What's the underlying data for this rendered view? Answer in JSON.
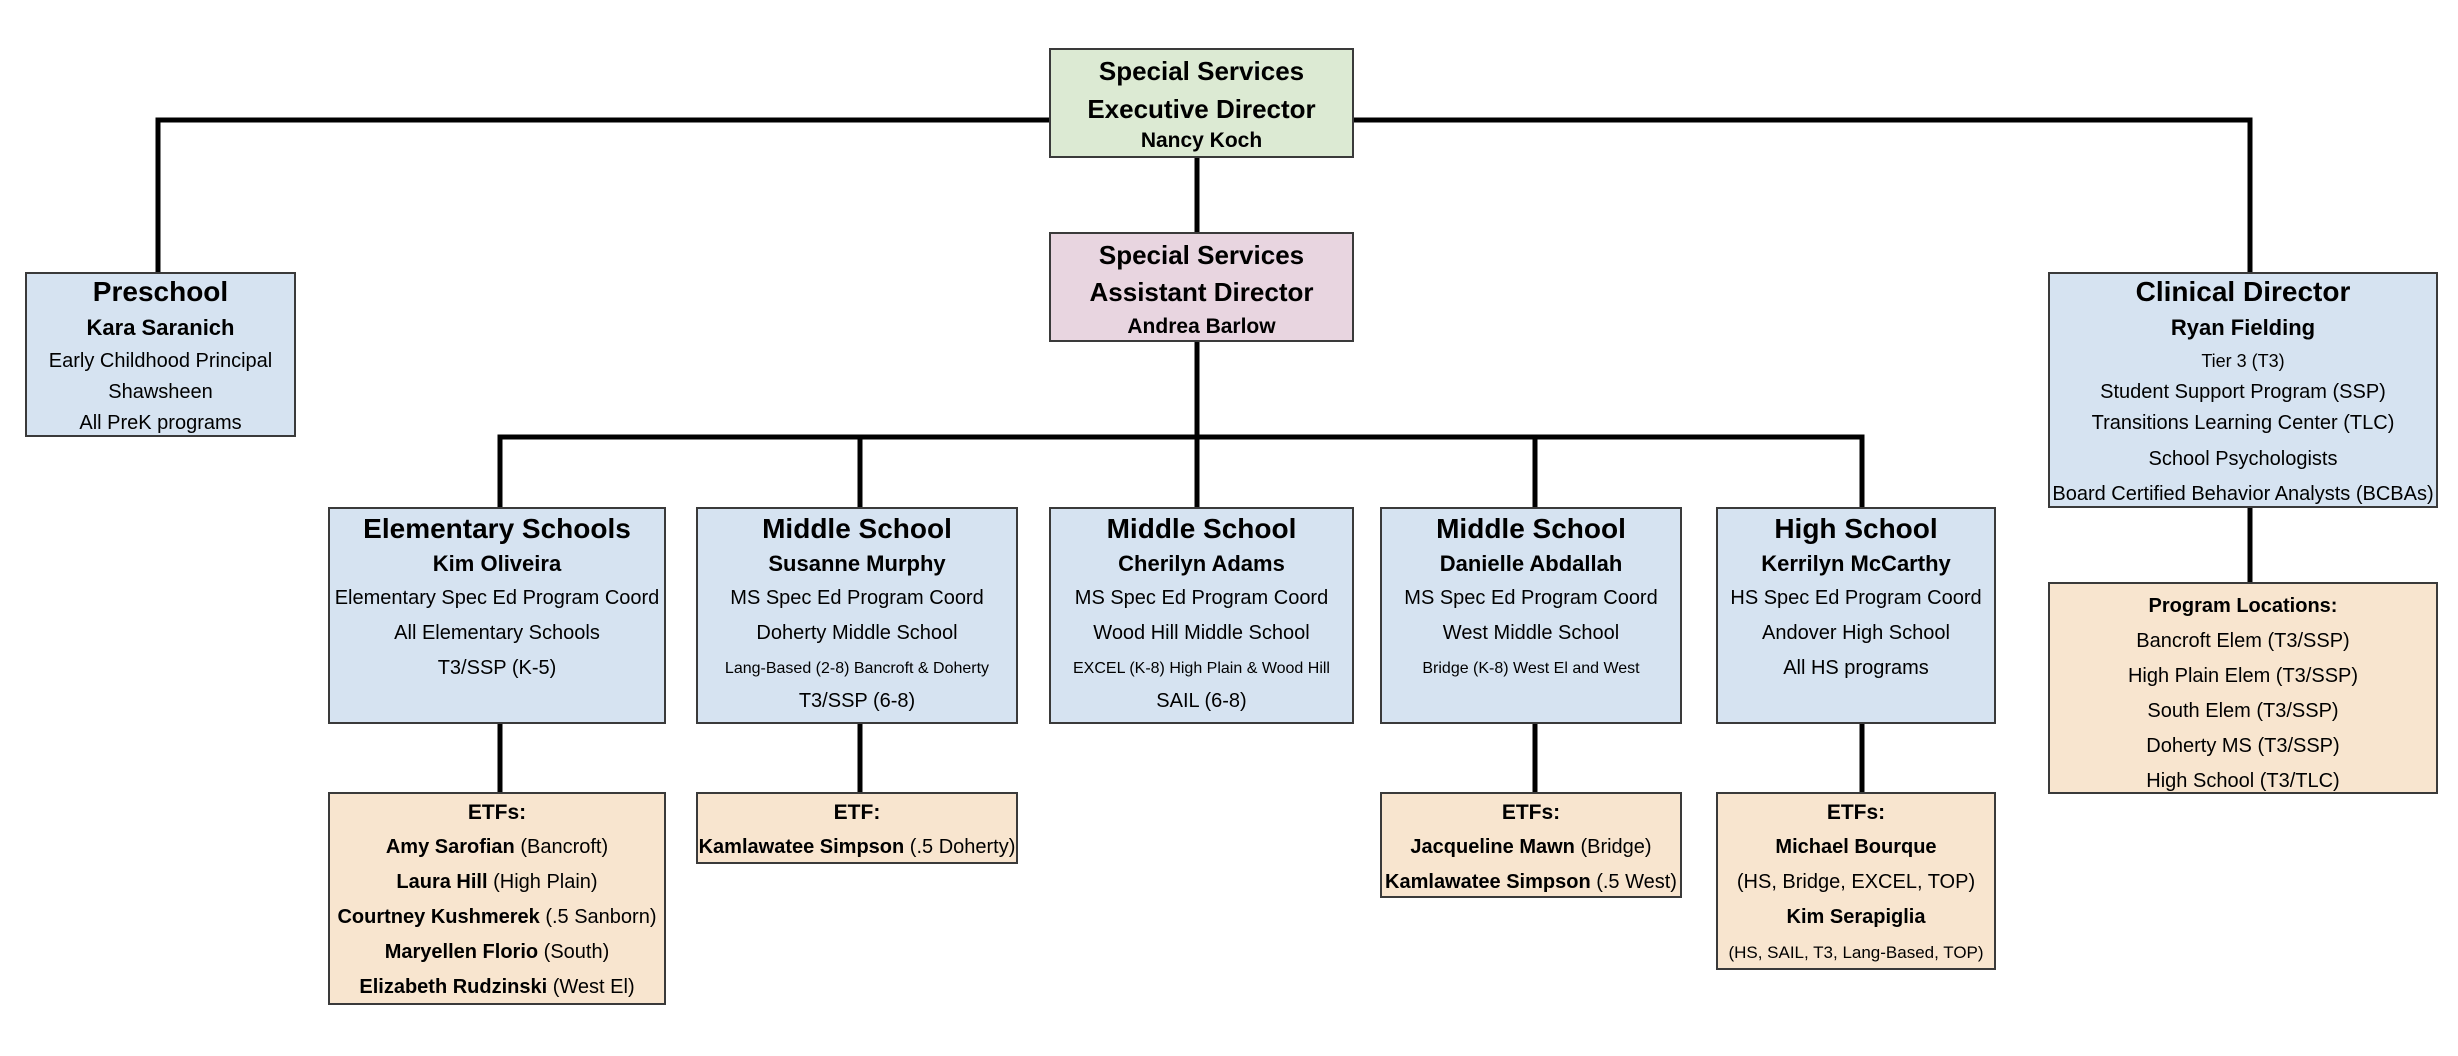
{
  "exec": {
    "title1": "Special Services",
    "title2": "Executive Director",
    "name": "Nancy Koch"
  },
  "asst": {
    "title1": "Special Services",
    "title2": "Assistant Director",
    "name": "Andrea Barlow"
  },
  "preschool": {
    "title": "Preschool",
    "name": "Kara Saranich",
    "lines": [
      "Early Childhood Principal",
      "Shawsheen",
      "All PreK programs"
    ]
  },
  "clinical": {
    "title": "Clinical Director",
    "name": "Ryan Fielding",
    "lines": [
      "Tier 3 (T3)",
      "Student Support Program (SSP)",
      "Transitions Learning Center (TLC)",
      "School Psychologists",
      "Board Certified Behavior Analysts (BCBAs)"
    ]
  },
  "program_locations": {
    "title": "Program Locations:",
    "lines": [
      "Bancroft Elem (T3/SSP)",
      "High Plain Elem (T3/SSP)",
      "South Elem (T3/SSP)",
      "Doherty MS (T3/SSP)",
      "High School (T3/TLC)"
    ]
  },
  "elem": {
    "title": "Elementary Schools",
    "name": "Kim Oliveira",
    "lines": [
      "Elementary Spec Ed Program Coord",
      "All Elementary Schools",
      "T3/SSP (K-5)"
    ]
  },
  "ms1": {
    "title": "Middle School",
    "name": "Susanne Murphy",
    "lines": [
      "MS Spec Ed Program Coord",
      "Doherty Middle School",
      "Lang-Based (2-8) Bancroft & Doherty",
      "T3/SSP (6-8)"
    ]
  },
  "ms2": {
    "title": "Middle School",
    "name": "Cherilyn Adams",
    "lines": [
      "MS Spec Ed Program Coord",
      "Wood Hill Middle School",
      "EXCEL (K-8) High Plain & Wood Hill",
      "SAIL (6-8)"
    ]
  },
  "ms3": {
    "title": "Middle School",
    "name": "Danielle Abdallah",
    "lines": [
      "MS Spec Ed Program Coord",
      "West Middle School",
      "Bridge (K-8) West El and West"
    ]
  },
  "hs": {
    "title": "High School",
    "name": "Kerrilyn McCarthy",
    "lines": [
      "HS Spec Ed Program Coord",
      "Andover High School",
      "All HS programs"
    ]
  },
  "etf_elem": {
    "title": "ETFs:",
    "entries": [
      {
        "name": "Amy Sarofian",
        "detail": " (Bancroft)"
      },
      {
        "name": "Laura Hill",
        "detail": " (High Plain)"
      },
      {
        "name": "Courtney Kushmerek",
        "detail": " (.5 Sanborn)"
      },
      {
        "name": "Maryellen Florio",
        "detail": " (South)"
      },
      {
        "name": "Elizabeth Rudzinski",
        "detail": " (West El)"
      }
    ]
  },
  "etf_ms1": {
    "title": "ETF:",
    "entries": [
      {
        "name": "Kamlawatee Simpson",
        "detail": " (.5 Doherty)"
      }
    ]
  },
  "etf_ms3": {
    "title": "ETFs:",
    "entries": [
      {
        "name": "Jacqueline Mawn",
        "detail": " (Bridge)"
      },
      {
        "name": "Kamlawatee Simpson",
        "detail": " (.5 West)"
      }
    ]
  },
  "etf_hs": {
    "title": "ETFs:",
    "lines": [
      {
        "text": "Michael Bourque",
        "bold": true
      },
      {
        "text": "(HS, Bridge, EXCEL, TOP)",
        "bold": false
      },
      {
        "text": "Kim Serapiglia",
        "bold": true
      },
      {
        "text": "(HS, SAIL, T3, Lang-Based, TOP)",
        "bold": false
      }
    ]
  }
}
